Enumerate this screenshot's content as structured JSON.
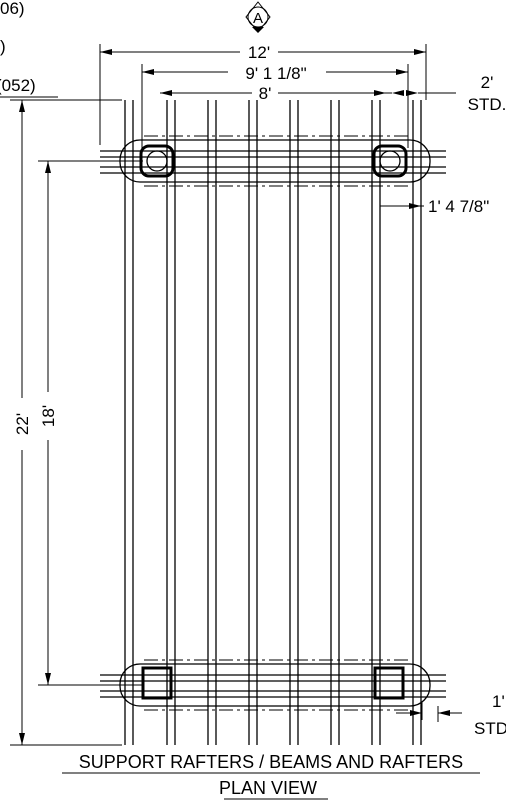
{
  "drawing": {
    "section_marker": "A",
    "partial_labels": {
      "top_left_1": "06)",
      "top_left_2": ")",
      "top_left_3": "(052)"
    },
    "dimensions": {
      "overall_width": "12'",
      "post_spacing": "9' 1 1/8\"",
      "rafter_span": "8'",
      "overhang_label": "2'",
      "overhang_std": "STD.",
      "post_offset": "1' 4 7/8\"",
      "overall_length": "22'",
      "post_length": "18'",
      "bottom_overhang": "1'",
      "bottom_overhang_std": "STD"
    },
    "title_line_1": "SUPPORT RAFTERS / BEAMS AND RAFTERS",
    "title_line_2": "PLAN VIEW"
  }
}
